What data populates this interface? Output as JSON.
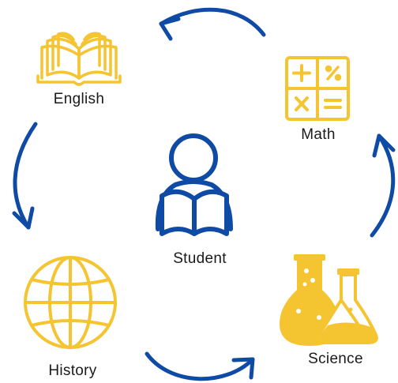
{
  "nodes": {
    "english": {
      "label": "English",
      "icon": "open-book-icon"
    },
    "math": {
      "label": "Math",
      "icon": "calculator-icon"
    },
    "student": {
      "label": "Student",
      "icon": "student-reading-icon"
    },
    "history": {
      "label": "History",
      "icon": "globe-icon"
    },
    "science": {
      "label": "Science",
      "icon": "lab-flasks-icon"
    }
  },
  "colors": {
    "icon_yellow": "#F5C431",
    "icon_blue": "#0F4BA5",
    "arrow_blue": "#0F4BA5",
    "text": "#1a1a1a",
    "background": "#ffffff"
  }
}
